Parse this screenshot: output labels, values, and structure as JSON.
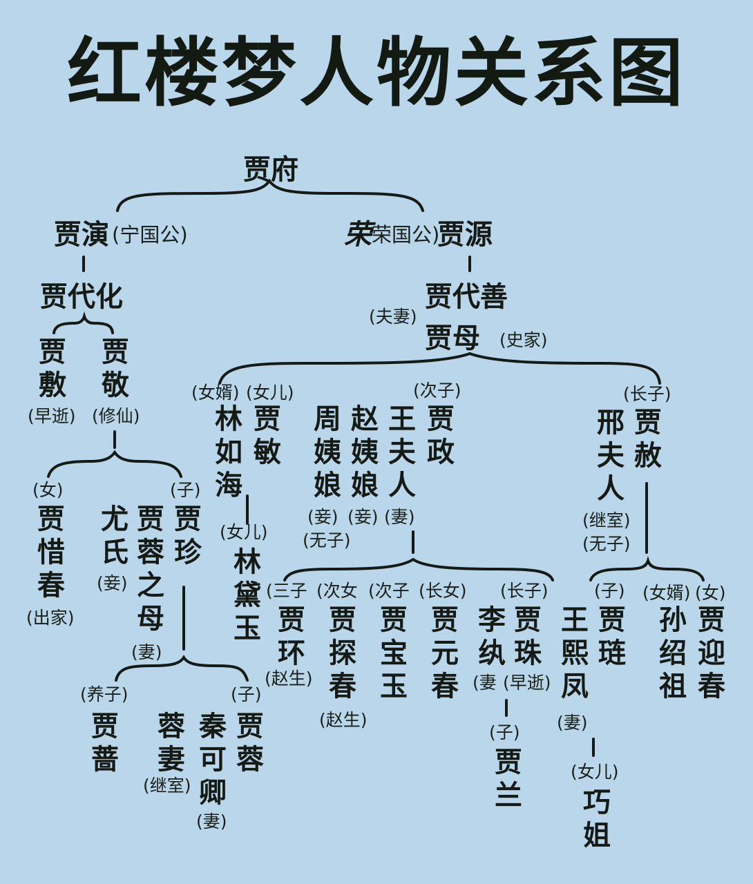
{
  "title": "红楼梦人物关系图",
  "root": "贾府",
  "nodes": {
    "jia_yan": "贾演",
    "ningguogong": "(宁国公)",
    "rongguogong": "荣国公)",
    "jia_yuan": "贾源",
    "jia_daihua": "贾代化",
    "jia_daishan": "贾代善",
    "fuqi": "(夫妻)",
    "jia_mu": "贾母",
    "shijia": "(史家)",
    "jia_fu": "贾敷",
    "zaoshi1": "(早逝)",
    "jia_jing": "贾敬",
    "xiuxian": "(修仙)",
    "nv1": "(女)",
    "jia_xichun": "贾惜春",
    "chujia": "(出家)",
    "you_shi": "尤氏",
    "qie1": "(妾)",
    "jia_rong_mother": "贾蓉之母",
    "qi1": "(妻)",
    "zi1": "(子)",
    "jia_zhen": "贾珍",
    "yangzi": "(养子)",
    "jia_qiang": "贾蔷",
    "rong_wife": "蓉妻",
    "jishi1": "(继室)",
    "qin_keqing": "秦可卿",
    "qi2": "(妻)",
    "zi2": "(子)",
    "jia_rong": "贾蓉",
    "nvxu1": "(女婿)",
    "lin_ruhai": "林如海",
    "nver1": "(女儿)",
    "jia_min": "贾敏",
    "nver2": "(女儿)",
    "lin_daiyu": "林黛玉",
    "zhou_yiniang": "周姨娘",
    "qie2": "(妾)",
    "wuzi1": "(无子)",
    "zhao_yiniang": "赵姨娘",
    "qie3": "(妾)",
    "wang_furen": "王夫人",
    "qi3": "(妻)",
    "cizi1": "(次子)",
    "jia_zheng": "贾政",
    "xing_furen": "邢夫人",
    "jishi2": "(继室)",
    "wuzi2": "(无子)",
    "zhangzi1": "(长子)",
    "jia_she": "贾赦",
    "sanzi": "(三子",
    "jia_huan": "贾环",
    "zhaosheng1": "(赵生)",
    "cinv": "(次女",
    "jia_tanchun": "贾探春",
    "zhaosheng2": "(赵生)",
    "cizi2": "(次子",
    "jia_baoyu": "贾宝玉",
    "zhangnv": "(长女)",
    "jia_yuanchun": "贾元春",
    "zhangzi2": "(长子)",
    "li_wan": "李纨",
    "qi4": "(妻",
    "jia_zhu": "贾珠",
    "zaoshi2": "(早逝)",
    "zi3": "(子)",
    "jia_lan": "贾兰",
    "zi4": "(子)",
    "wang_xifeng": "王熙凤",
    "qi5": "(妻)",
    "jia_lian": "贾琏",
    "nver3": "(女儿)",
    "qiao_jie": "巧姐",
    "nvxu2": "(女婿)",
    "sun_shaozu": "孙绍祖",
    "nv2": "(女)",
    "jia_yingchun": "贾迎春"
  }
}
